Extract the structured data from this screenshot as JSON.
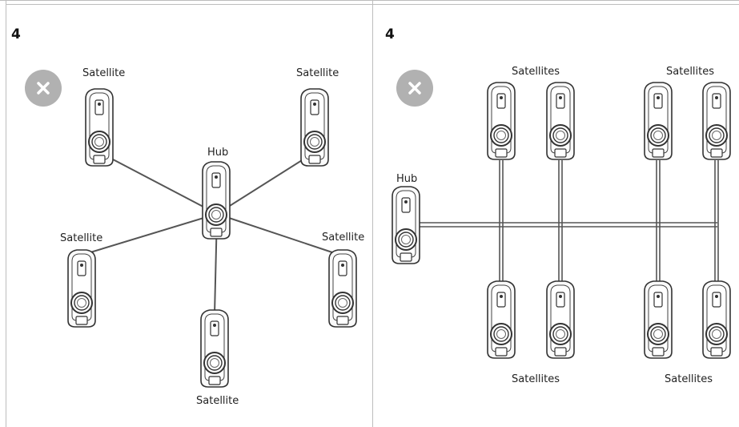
{
  "panels": [
    {
      "step": "4",
      "status_icon": "x-circle-icon",
      "hub_label": "Hub",
      "satellite_labels": [
        "Satellite",
        "Satellite",
        "Satellite",
        "Satellite",
        "Satellite"
      ]
    },
    {
      "step": "4",
      "status_icon": "x-circle-icon",
      "hub_label": "Hub",
      "satellite_group_labels": [
        "Satellites",
        "Satellites",
        "Satellites",
        "Satellites"
      ]
    }
  ],
  "colors": {
    "border": "#bdbdbd",
    "badge": "#b1b1b1",
    "cable": "#555555",
    "charger_outline": "#333333"
  }
}
